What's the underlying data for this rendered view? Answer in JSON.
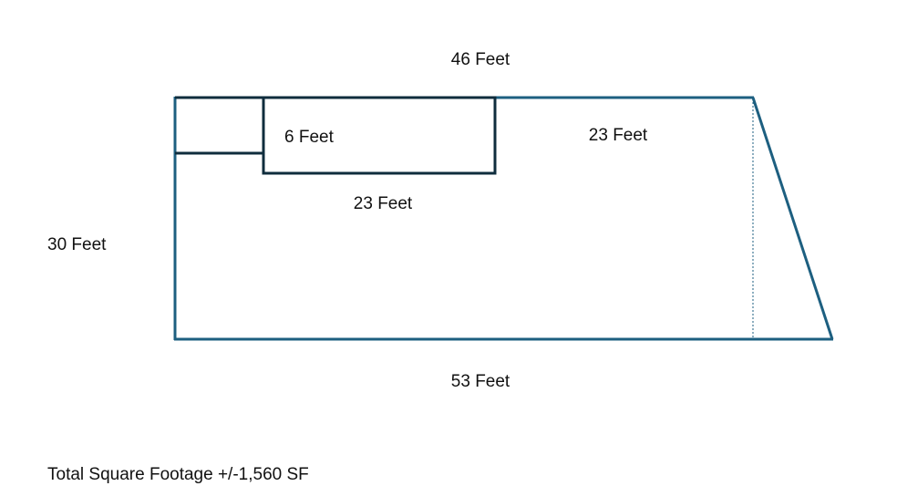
{
  "labels": {
    "top": "46 Feet",
    "inner_room_height": "6 Feet",
    "top_right_segment": "23 Feet",
    "inner_room_width": "23 Feet",
    "left_side": "30 Feet",
    "bottom": "53 Feet"
  },
  "footer": {
    "total": "Total Square Footage +/-1,560 SF"
  },
  "colors": {
    "outline": "#1d5f80",
    "inner": "#0f2d3d"
  }
}
